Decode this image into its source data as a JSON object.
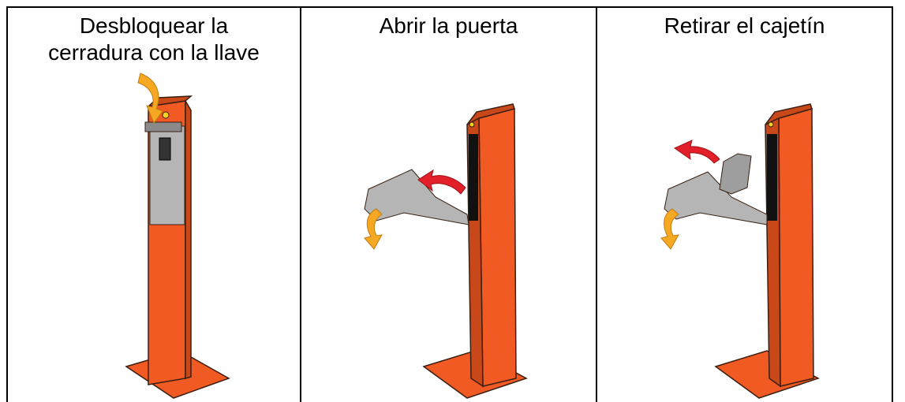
{
  "steps": [
    {
      "caption_line1": "Desbloquear la",
      "caption_line2": "cerradura con la llave"
    },
    {
      "caption_line1": "Abrir la puerta",
      "caption_line2": ""
    },
    {
      "caption_line1": "Retirar el cajetín",
      "caption_line2": ""
    }
  ],
  "colors": {
    "post": "#f15a22",
    "post_dark": "#c9481a",
    "outline": "#3a1f12",
    "door_gray": "#b5b5b5",
    "arrow_orange": "#f7a823",
    "arrow_red": "#e2202a"
  }
}
